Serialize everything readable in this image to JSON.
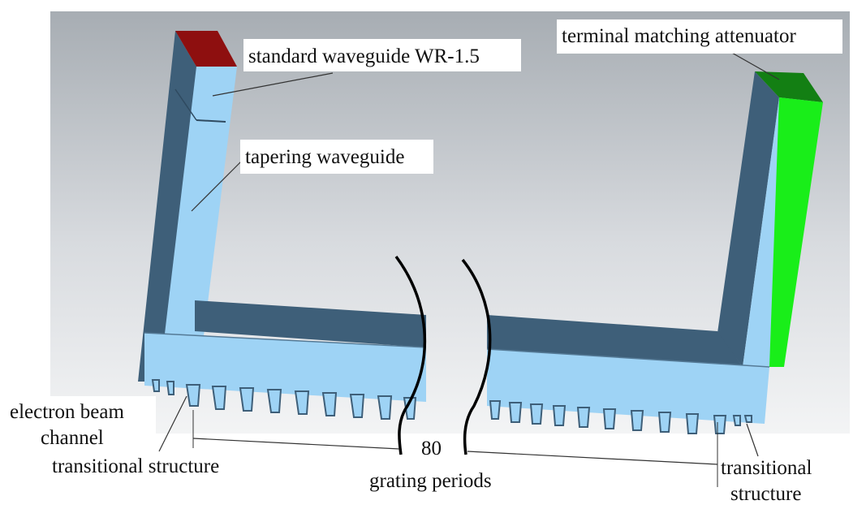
{
  "labels": {
    "standard_waveguide": "standard waveguide WR-1.5",
    "tapering_waveguide": "tapering waveguide",
    "terminal_attenuator": "terminal matching attenuator",
    "electron_beam_line1": "electron beam",
    "electron_beam_line2": "channel",
    "transitional_left": "transitional structure",
    "period_count": "80",
    "grating_periods": "grating periods",
    "transitional_right_line1": "transitional",
    "transitional_right_line2": "structure"
  },
  "colors": {
    "background_top": "#a7adb3",
    "background_bottom": "#f3f4f5",
    "waveguide_light": "#9ed3f5",
    "waveguide_dark": "#3e5f79",
    "port_red": "#8e0f0f",
    "attenuator_bright": "#19ee19",
    "attenuator_dark": "#137f13",
    "break_line": "#000000",
    "leader_line": "#333333"
  }
}
